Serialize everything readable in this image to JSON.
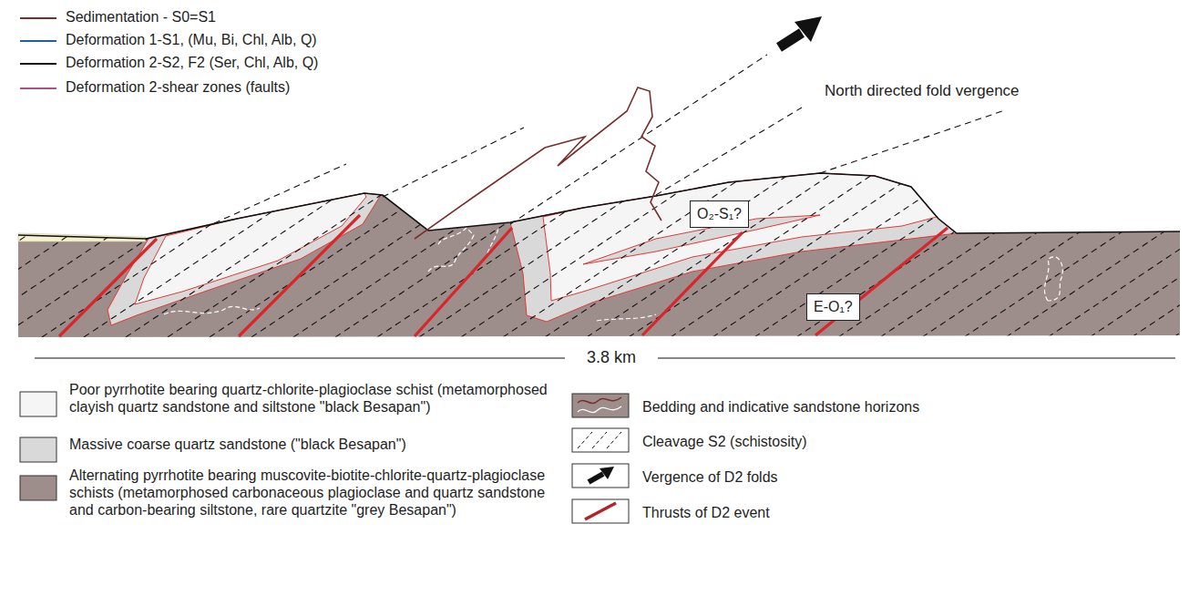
{
  "diagram": {
    "nodes": [
      {
        "text": [
          "O₂-S₁?"
        ]
      },
      {
        "text": [
          "E-O₁?"
        ]
      }
    ],
    "labels": [
      "North directed fold vergence",
      "3.8 km"
    ],
    "legend": [
      {
        "text": "Sedimentation - S0=S1"
      },
      {
        "text": "Deformation 1-S1, (Mu, Bi, Chl, Alb, Q)"
      },
      {
        "text": "Deformation 2-S2, F2 (Ser, Chl, Alb, Q)"
      },
      {
        "text": "Deformation 2-shear zones (faults)"
      },
      {
        "text": "Poor pyrrhotite bearing quartz-chlorite-plagioclase schist (metamorphosed clayish quartz sandstone and siltstone \"black Besapan\")",
        "color": "#f5f5f5"
      },
      {
        "text": "Massive coarse quartz sandstone (\"black Besapan\")",
        "color": "#d9d9d9"
      },
      {
        "text": "Alternating pyrrhotite bearing muscovite-biotite-chlorite-quartz-plagioclase schists (metamorphosed carbonaceous plagioclase and quartz sandstone and carbon-bearing siltstone, rare quartzite \"grey Besapan\")",
        "color": "#9d8d8b"
      },
      {
        "text": "Bedding and indicative sandstone horizons"
      },
      {
        "text": "Cleavage S2 (schistosity)"
      },
      {
        "text": "Vergence of D2 folds"
      },
      {
        "text": "Thrusts of D2 event"
      }
    ]
  }
}
